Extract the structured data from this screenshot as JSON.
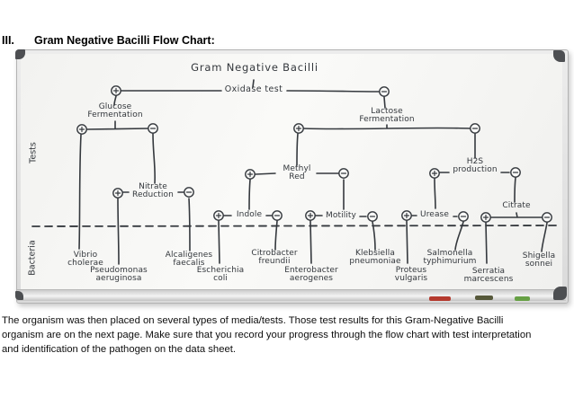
{
  "document": {
    "heading": {
      "number": "III.",
      "title": "Gram Negative Bacilli Flow Chart:"
    },
    "body_text": "The organism was then placed on several types of media/tests. Those test results for this Gram-Negative Bacilli organism are on the next page. Make sure that you record your progress through the flow chart with test interpretation and identification of the pathogen on the data sheet."
  },
  "flowchart": {
    "title": "Gram Negative Bacilli",
    "section_labels": {
      "tests": "Tests",
      "bacteria": "Bacteria"
    },
    "tests": {
      "oxidase": {
        "label": "Oxidase test"
      },
      "glucose": {
        "line1": "Glucose",
        "line2": "Fermentation"
      },
      "lactose": {
        "line1": "Lactose",
        "line2": "Fermentation"
      },
      "nitrate": {
        "line1": "Nitrate",
        "line2": "Reduction"
      },
      "methyl_red": {
        "line1": "Methyl",
        "line2": "Red"
      },
      "h2s": {
        "line1": "H2S",
        "line2": "production"
      },
      "indole": {
        "label": "Indole"
      },
      "motility": {
        "label": "Motility"
      },
      "urease": {
        "label": "Urease"
      },
      "citrate": {
        "label": "Citrate"
      }
    },
    "bacteria": {
      "vibrio": {
        "line1": "Vibrio",
        "line2": "cholerae"
      },
      "pseudomonas": {
        "line1": "Pseudomonas",
        "line2": "aeruginosa"
      },
      "alcaligenes": {
        "line1": "Alcaligenes",
        "line2": "faecalis"
      },
      "escherichia": {
        "line1": "Escherichia",
        "line2": "coli"
      },
      "citrobacter": {
        "line1": "Citrobacter",
        "line2": "freundii"
      },
      "enterobacter": {
        "line1": "Enterobacter",
        "line2": "aerogenes"
      },
      "klebsiella": {
        "line1": "Klebsiella",
        "line2": "pneumoniae"
      },
      "proteus": {
        "line1": "Proteus",
        "line2": "vulgaris"
      },
      "salmonella": {
        "line1": "Salmonella",
        "line2": "typhimurium"
      },
      "serratia": {
        "line1": "Serratia",
        "line2": "marcescens"
      },
      "shigella": {
        "line1": "Shigella",
        "line2": "sonnei"
      }
    },
    "decision_tree": {
      "root": "Gram Negative Bacilli",
      "branches": [
        {
          "test": "Oxidase test",
          "positive": "Glucose Fermentation",
          "negative": "Lactose Fermentation"
        },
        {
          "test": "Glucose Fermentation",
          "positive": "Vibrio cholerae",
          "negative": "Nitrate Reduction"
        },
        {
          "test": "Nitrate Reduction",
          "positive": "Pseudomonas aeruginosa",
          "negative": "Alcaligenes faecalis"
        },
        {
          "test": "Lactose Fermentation",
          "positive": "Methyl Red",
          "negative": "H2S production"
        },
        {
          "test": "Methyl Red",
          "positive": "Indole",
          "negative": "Motility"
        },
        {
          "test": "Indole",
          "positive": "Escherichia coli",
          "negative": "Citrobacter freundii"
        },
        {
          "test": "Motility",
          "positive": "Enterobacter aerogenes",
          "negative": "Klebsiella pneumoniae"
        },
        {
          "test": "H2S production",
          "positive": "Urease",
          "negative": "Citrate"
        },
        {
          "test": "Urease",
          "positive": "Proteus vulgaris",
          "negative": "Salmonella typhimurium"
        },
        {
          "test": "Citrate",
          "positive": "Serratia marcescens",
          "negative": "Shigella sonnei"
        }
      ]
    },
    "colors": {
      "ink": "#35393e",
      "board_surface": "#f7f7f5",
      "tray_marker_red": "#b43a2e",
      "tray_marker_olive": "#56583a",
      "tray_marker_green": "#67a045"
    }
  }
}
